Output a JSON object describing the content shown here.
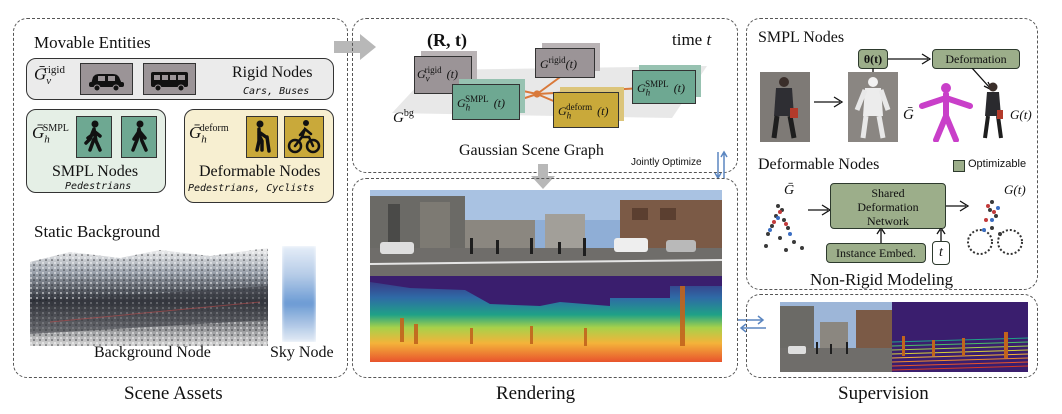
{
  "scene_assets": {
    "section_label": "Scene Assets",
    "movable_entities_title": "Movable Entities",
    "rigid": {
      "symbol": "Ḡ",
      "sub": "v",
      "sup": "rigid",
      "label": "Rigid Nodes",
      "sublabel": "Cars, Buses"
    },
    "smpl": {
      "symbol": "Ḡ",
      "sub": "h",
      "sup": "SMPL",
      "label": "SMPL Nodes",
      "sublabel": "Pedestrians"
    },
    "deform": {
      "symbol": "Ḡ",
      "sub": "h",
      "sup": "deform",
      "label": "Deformable Nodes",
      "sublabel": "Pedestrians, Cyclists"
    },
    "static_background_title": "Static Background",
    "background_node_label": "Background Node",
    "sky_node_label": "Sky Node"
  },
  "scene_graph": {
    "pose_label": "(R, t)",
    "time_label": "time",
    "time_var": "t",
    "bg_label": "G",
    "bg_sup": "bg",
    "title": "Gaussian Scene Graph",
    "jointly_optimize": "Jointly Optimize",
    "nodes": [
      {
        "sym": "G",
        "sub": "v",
        "sup": "rigid",
        "arg": "(t)"
      },
      {
        "sym": "G",
        "sub": "",
        "sup": "rigid",
        "arg": "(t)"
      },
      {
        "sym": "G",
        "sub": "h",
        "sup": "SMPL",
        "arg": "(t)"
      },
      {
        "sym": "G",
        "sub": "h",
        "sup": "deform",
        "arg": "(t)"
      },
      {
        "sym": "G",
        "sub": "h",
        "sup": "SMPL",
        "arg": "(t)"
      }
    ]
  },
  "rendering": {
    "section_label": "Rendering"
  },
  "non_rigid": {
    "smpl_title": "SMPL Nodes",
    "theta_label": "θ(t)",
    "deformation_label": "Deformation",
    "g_bar": "Ḡ",
    "g_t": "G(t)",
    "deformable_title": "Deformable Nodes",
    "optimizable_legend": "Optimizable",
    "network_label": "Shared Deformation Network",
    "network_lines": [
      "Shared",
      "Deformation",
      "Network"
    ],
    "instance_embed_label": "Instance Embed.",
    "t_label": "t",
    "footer": "Non-Rigid Modeling"
  },
  "supervision": {
    "section_label": "Supervision"
  },
  "colors": {
    "node_green": "#9cae8a",
    "rigid_gray": "#9b9497",
    "smpl_teal": "#6ea892",
    "deform_gold": "#c9a93a",
    "deform_bg": "#f7efd1",
    "smpl_bg": "#e5efe6",
    "rigid_bg": "#ebebeb",
    "edge_orange": "#d9793a"
  }
}
